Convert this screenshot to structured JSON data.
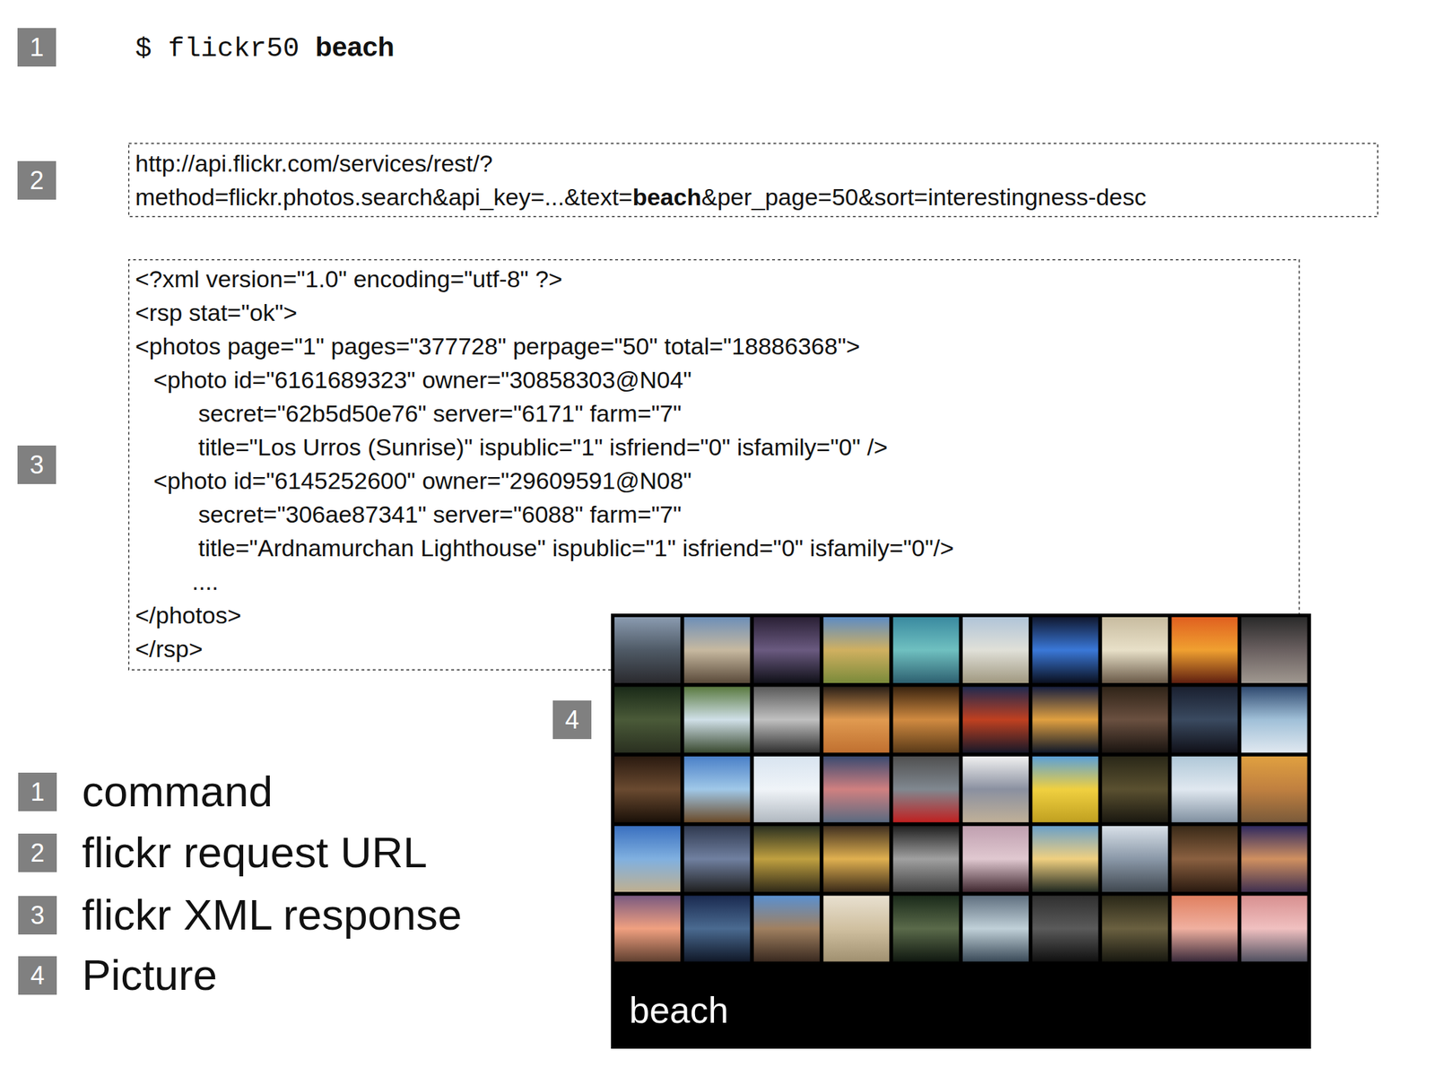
{
  "diagram": {
    "nodes": [
      {
        "text": [
          "http://api.flickr.com/services/rest/? method=flickr.photos.search&api_key=...&text=",
          "beach",
          "&per_page=50&sort=interestingness-desc"
        ]
      },
      {
        "text": [
          "<?xml version=\"1.0\" encoding=\"utf-8\" ?>",
          "<rsp stat=\"ok\">",
          "<photos page=\"1\" pages=\"377728\" perpage=\"50\" total=\"18886368\">",
          "<photo id=\"6161689323\" owner=\"30858303@N04\"",
          "secret=\"62b5d50e76\" server=\"6171\" farm=\"7\"",
          "title=\"Los Urros (Sunrise)\" ispublic=\"1\" isfriend=\"0\" isfamily=\"0\" />",
          "<photo id=\"6145252600\" owner=\"29609591@N08\"",
          "secret=\"306ae87341\" server=\"6088\" farm=\"7\"",
          "title=\"Ardnamurchan Lighthouse\" ispublic=\"1\" isfriend=\"0\" isfamily=\"0\"/>",
          "....",
          "</photos>",
          "</rsp>"
        ]
      }
    ],
    "labels": [
      "1",
      "$ flickr50",
      "beach",
      "2",
      "3",
      "4",
      "beach",
      "1",
      "2",
      "3",
      "4"
    ],
    "legend": [
      {
        "text": "command"
      },
      {
        "text": "flickr request URL"
      },
      {
        "text": "flickr XML response"
      },
      {
        "text": "Picture"
      }
    ]
  }
}
